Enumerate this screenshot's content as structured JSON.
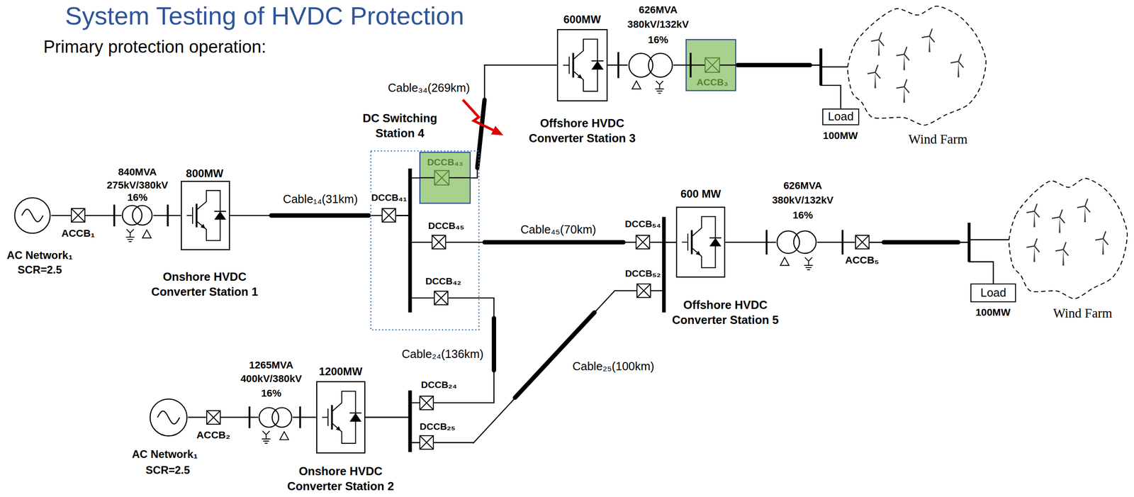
{
  "diagram": {
    "title": "System Testing of HVDC Protection",
    "nodes": [
      {
        "text": [
          "AC Network₁",
          "SCR=2.5"
        ]
      },
      {
        "text": [
          "ACCB₁"
        ]
      },
      {
        "text": [
          "840MVA",
          "275kV/380kV",
          "16%"
        ]
      },
      {
        "text": [
          "800MW",
          "Onshore HVDC Converter Station 1"
        ]
      },
      {
        "text": [
          "DC Switching Station 4"
        ]
      },
      {
        "text": [
          "DCCB₄₁"
        ],
        "in": 4
      },
      {
        "text": [
          "DCCB₄₃"
        ],
        "in": 4
      },
      {
        "text": [
          "DCCB₄₅"
        ],
        "in": 4
      },
      {
        "text": [
          "DCCB₄₂"
        ],
        "in": 4
      },
      {
        "text": [
          "600MW",
          "Offshore HVDC Converter Station 3"
        ]
      },
      {
        "text": [
          "626MVA",
          "380kV/132kV",
          "16%"
        ]
      },
      {
        "text": [
          "ACCB₃"
        ]
      },
      {
        "text": [
          "Load",
          "100MW"
        ]
      },
      {
        "text": [
          "Wind Farm"
        ]
      },
      {
        "text": [
          "DCCB₅₄"
        ]
      },
      {
        "text": [
          "DCCB₅₂"
        ]
      },
      {
        "text": [
          "600 MW",
          "Offshore HVDC Converter Station 5"
        ]
      },
      {
        "text": [
          "626MVA",
          "380kV/132kV",
          "16%"
        ]
      },
      {
        "text": [
          "ACCB₅"
        ]
      },
      {
        "text": [
          "Load",
          "100MW"
        ]
      },
      {
        "text": [
          "Wind Farm"
        ]
      },
      {
        "text": [
          "AC Network₁",
          "SCR=2.5"
        ]
      },
      {
        "text": [
          "ACCB₂"
        ]
      },
      {
        "text": [
          "1265MVA",
          "400kV/380kV",
          "16%"
        ]
      },
      {
        "text": [
          "1200MW",
          "Onshore HVDC Converter Station 2"
        ]
      },
      {
        "text": [
          "DCCB₂₄"
        ]
      },
      {
        "text": [
          "DCCB₂₅"
        ]
      }
    ],
    "edges": [
      {
        "from": 0,
        "to": 1,
        "arrow": "none"
      },
      {
        "from": 1,
        "to": 2,
        "arrow": "none"
      },
      {
        "from": 2,
        "to": 3,
        "arrow": "none"
      },
      {
        "from": 3,
        "to": 5,
        "label": "Cable₁₄(31km)",
        "arrow": "none"
      },
      {
        "from": 5,
        "to": 6,
        "arrow": "none"
      },
      {
        "from": 5,
        "to": 7,
        "arrow": "none"
      },
      {
        "from": 5,
        "to": 8,
        "arrow": "none"
      },
      {
        "from": 6,
        "to": 9,
        "label": "Cable₃₄(269km)",
        "arrow": "none"
      },
      {
        "from": 9,
        "to": 10,
        "arrow": "none"
      },
      {
        "from": 10,
        "to": 11,
        "arrow": "none"
      },
      {
        "from": 11,
        "to": 12,
        "arrow": "none"
      },
      {
        "from": 11,
        "to": 13,
        "arrow": "none"
      },
      {
        "from": 7,
        "to": 14,
        "label": "Cable₄₅(70km)",
        "arrow": "none"
      },
      {
        "from": 14,
        "to": 16,
        "arrow": "none"
      },
      {
        "from": 15,
        "to": 16,
        "arrow": "none"
      },
      {
        "from": 16,
        "to": 17,
        "arrow": "none"
      },
      {
        "from": 17,
        "to": 18,
        "arrow": "none"
      },
      {
        "from": 18,
        "to": 19,
        "arrow": "none"
      },
      {
        "from": 18,
        "to": 20,
        "arrow": "none"
      },
      {
        "from": 8,
        "to": 25,
        "label": "Cable₂₄(136km)",
        "arrow": "none"
      },
      {
        "from": 15,
        "to": 26,
        "label": "Cable₂₅(100km)",
        "arrow": "none"
      },
      {
        "from": 21,
        "to": 22,
        "arrow": "none"
      },
      {
        "from": 22,
        "to": 23,
        "arrow": "none"
      },
      {
        "from": 23,
        "to": 24,
        "arrow": "none"
      },
      {
        "from": 24,
        "to": 25,
        "arrow": "none"
      },
      {
        "from": 24,
        "to": 26,
        "arrow": "none"
      }
    ],
    "labels": [
      "Primary protection operation:"
    ]
  }
}
